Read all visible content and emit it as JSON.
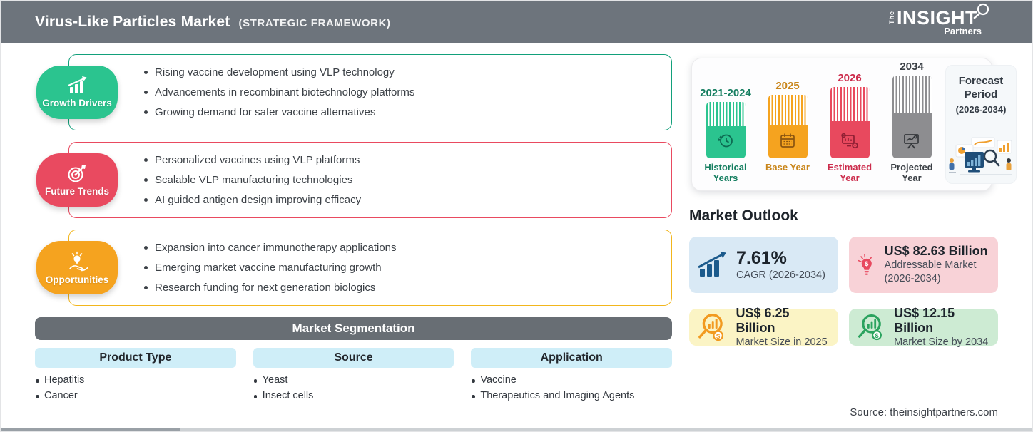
{
  "header": {
    "title": "Virus-Like Particles Market",
    "subtitle": "(STRATEGIC FRAMEWORK)",
    "logo": {
      "the": "The",
      "name": "INSIGHT",
      "partners": "Partners"
    }
  },
  "framework": {
    "sections": [
      {
        "label": "Growth Drivers",
        "accent_color": "#2bc48f",
        "border_color": "#12a07b",
        "icon": "growth-chart-icon",
        "bullets": [
          "Rising vaccine development using VLP technology",
          "Advancements in recombinant biotechnology platforms",
          "Growing demand for safer vaccine alternatives"
        ]
      },
      {
        "label": "Future Trends",
        "accent_color": "#e94a60",
        "border_color": "#e94a60",
        "icon": "target-icon",
        "bullets": [
          "Personalized vaccines using VLP platforms",
          "Scalable VLP manufacturing technologies",
          "AI guided antigen design improving efficacy"
        ]
      },
      {
        "label": "Opportunities",
        "accent_color": "#f5a31f",
        "border_color": "#f2b61d",
        "icon": "idea-hand-icon",
        "bullets": [
          "Expansion into cancer immunotherapy applications",
          "Emerging market vaccine manufacturing growth",
          "Research funding for next generation biologics"
        ]
      }
    ]
  },
  "segmentation": {
    "title": "Market Segmentation",
    "columns": [
      {
        "header": "Product Type",
        "items": [
          "Hepatitis",
          "Cancer"
        ]
      },
      {
        "header": "Source",
        "items": [
          "Yeast",
          "Insect cells"
        ]
      },
      {
        "header": "Application",
        "items": [
          "Vaccine",
          "Therapeutics and Imaging Agents"
        ]
      }
    ]
  },
  "timeline": {
    "bars": [
      {
        "year": "2021-2024",
        "label": "Historical Years",
        "color": "#2bc48f",
        "icon": "history-clock-icon"
      },
      {
        "year": "2025",
        "label": "Base Year",
        "color": "#f5a31f",
        "icon": "calendar-icon"
      },
      {
        "year": "2026",
        "label": "Estimated Year",
        "color": "#e8495e",
        "icon": "monitor-gear-icon"
      },
      {
        "year": "2034",
        "label": "Projected Year",
        "color": "#8d8d90",
        "icon": "projection-screen-icon"
      }
    ],
    "forecast": {
      "title": "Forecast Period",
      "range": "(2026-2034)"
    }
  },
  "outlook": {
    "title": "Market Outlook",
    "cards": [
      {
        "value": "7.61%",
        "label": "CAGR (2026-2034)",
        "bg": "#d9e9f5",
        "icon": "growth-arrow-chart-icon",
        "icon_color": "#1b5a8c"
      },
      {
        "value": "US$ 82.63 Billion",
        "label": "Addressable Market (2026-2034)",
        "bg": "#f8d2d7",
        "icon": "bulb-dollar-icon",
        "icon_color": "#e8495f"
      },
      {
        "value": "US$ 6.25 Billion",
        "label": "Market Size in 2025",
        "bg": "#fbf4c5",
        "icon": "magnifier-chart-dollar-icon",
        "icon_color": "#f29a20"
      },
      {
        "value": "US$ 12.15 Billion",
        "label": "Market Size by 2034",
        "bg": "#cdebd3",
        "icon": "magnifier-chart-dollar-icon",
        "icon_color": "#2ba35f"
      }
    ]
  },
  "source": "Source: theinsightpartners.com"
}
